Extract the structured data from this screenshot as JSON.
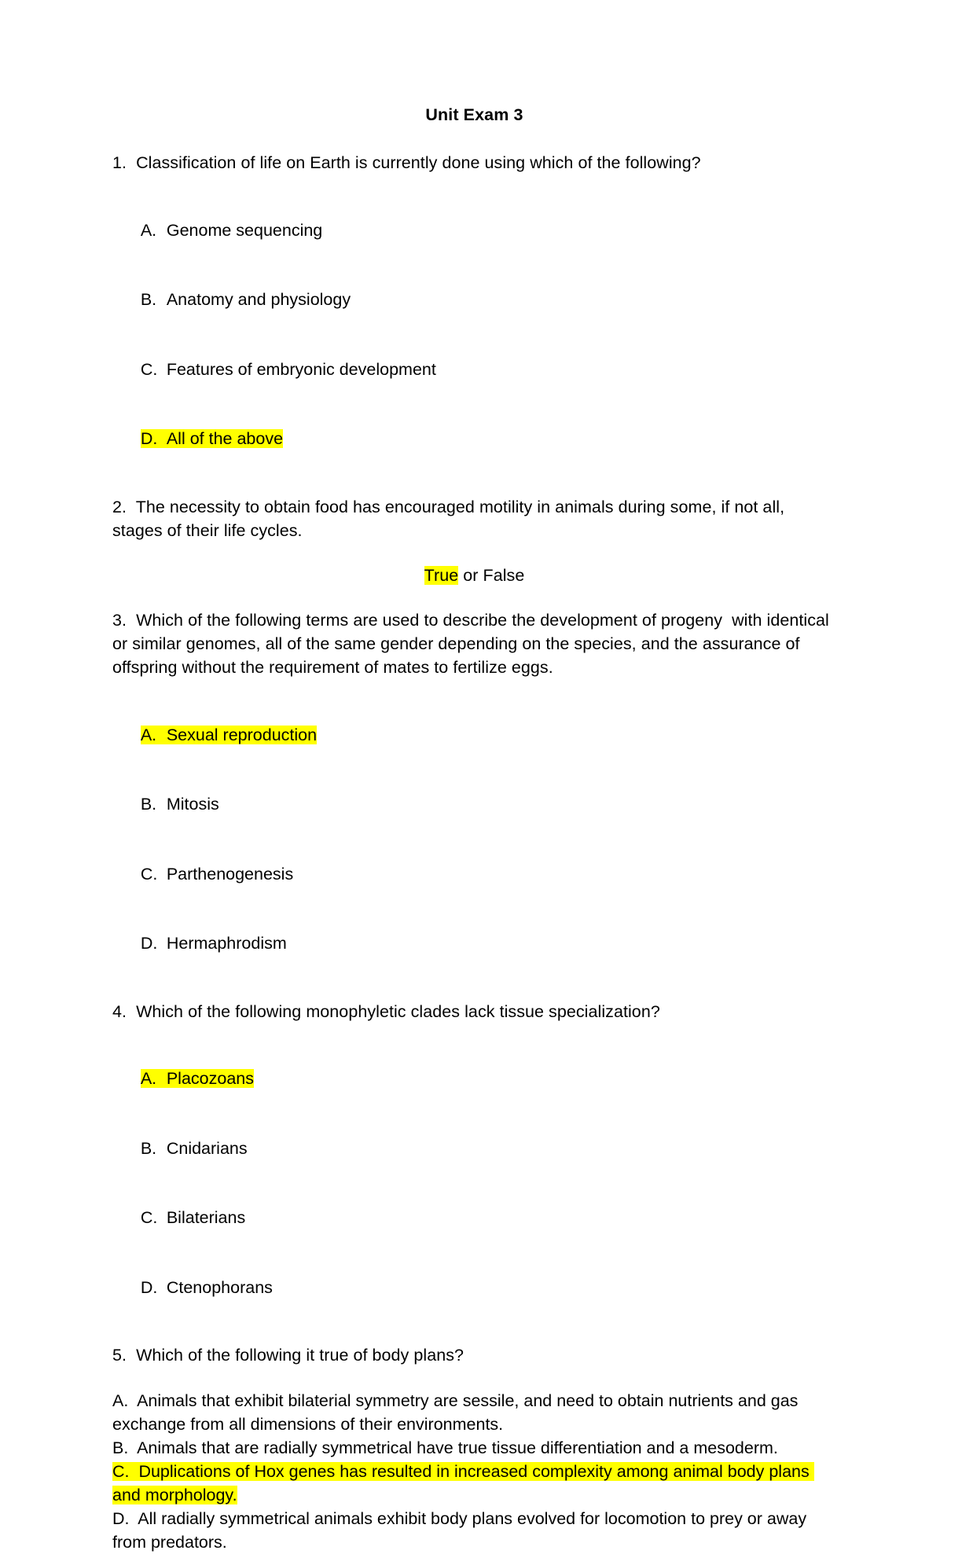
{
  "document": {
    "title": "Unit Exam 3",
    "highlight_color": "#ffff00",
    "page_background": "#ffffff",
    "text_color": "#000000"
  },
  "questions": [
    {
      "number": "1.",
      "prompt": "1.  Classification of life on Earth is currently done using which of the following?",
      "options": [
        {
          "label": "A.",
          "text": "Genome sequencing",
          "highlighted": false
        },
        {
          "label": "B.",
          "text": "Anatomy and physiology",
          "highlighted": false
        },
        {
          "label": "C.",
          "text": "Features of embryonic development",
          "highlighted": false
        },
        {
          "label": "D.",
          "text": "All of the above",
          "highlighted": true
        }
      ]
    },
    {
      "number": "2.",
      "prompt": "2.  The necessity to obtain food has encouraged motility in animals during some, if not all, stages of their life cycles.",
      "answer_line": {
        "highlighted_part": "True",
        "rest": " or False"
      }
    },
    {
      "number": "3.",
      "prompt": "3.  Which of the following terms are used to describe the development of progeny  with identical or similar genomes, all of the same gender depending on the species, and the assurance of offspring without the requirement of mates to fertilize eggs.",
      "options": [
        {
          "label": "A.",
          "text": "Sexual reproduction",
          "highlighted": true
        },
        {
          "label": "B.",
          "text": "Mitosis",
          "highlighted": false
        },
        {
          "label": "C.",
          "text": "Parthenogenesis",
          "highlighted": false
        },
        {
          "label": "D.",
          "text": "Hermaphrodism",
          "highlighted": false
        }
      ]
    },
    {
      "number": "4.",
      "prompt": "4.  Which of the following monophyletic clades lack tissue specialization?",
      "options": [
        {
          "label": "A.",
          "text": "Placozoans",
          "highlighted": true
        },
        {
          "label": "B.",
          "text": "Cnidarians",
          "highlighted": false
        },
        {
          "label": "C.",
          "text": "Bilaterians",
          "highlighted": false
        },
        {
          "label": "D.",
          "text": "Ctenophorans",
          "highlighted": false
        }
      ]
    },
    {
      "number": "5.",
      "prompt": "5.  Which of the following it true of body plans?",
      "options": [
        {
          "label": "A.",
          "text": "A.  Animals that exhibit bilaterial symmetry are sessile, and need to obtain nutrients and gas exchange from all dimensions of their environments.",
          "highlighted": false
        },
        {
          "label": "B.",
          "text": "B.  Animals that are radially symmetrical have true tissue differentiation and a mesoderm.",
          "highlighted": false
        },
        {
          "label": "C.",
          "text": "C.  Duplications of Hox genes has resulted in increased complexity among animal body plans and morphology.",
          "highlighted": true
        },
        {
          "label": "D.",
          "text": "D.  All radially symmetrical animals exhibit body plans evolved for locomotion to prey or away from predators.",
          "highlighted": false
        }
      ]
    }
  ]
}
